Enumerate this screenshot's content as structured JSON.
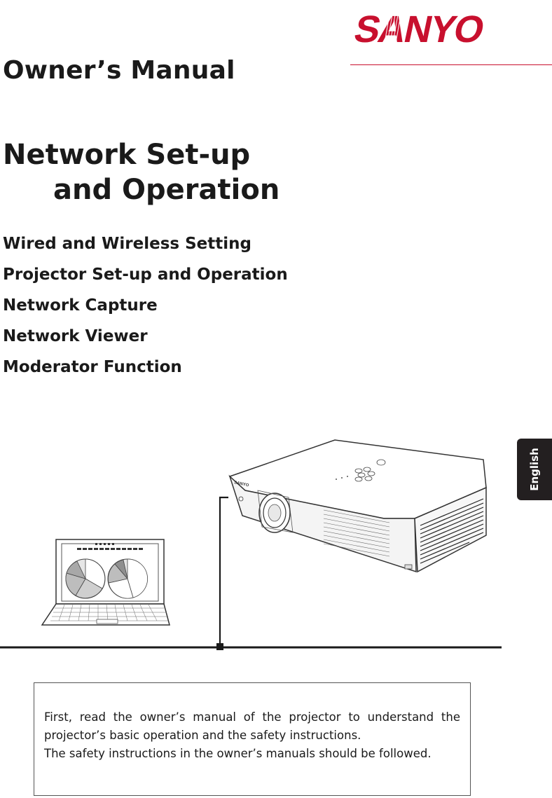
{
  "brand": {
    "logo_text": "SANYO",
    "logo_color": "#c8102e"
  },
  "doc_type": "Owner’s Manual",
  "title": {
    "line1": "Network Set-up",
    "line2": "and Operation"
  },
  "topics": [
    "Wired and Wireless Setting",
    "Projector Set-up and Operation",
    "Network Capture",
    "Network Viewer",
    "Moderator Function"
  ],
  "language_tab": "English",
  "illustration": {
    "projector_brand": "SANYO",
    "items": [
      "laptop-icon",
      "projector-icon",
      "network-cable"
    ]
  },
  "notice": {
    "paragraph1": "First, read the owner’s manual of the projector to understand the projector’s basic operation and the safety instructions.",
    "paragraph2": "The safety instructions in the owner’s manuals should be followed."
  }
}
